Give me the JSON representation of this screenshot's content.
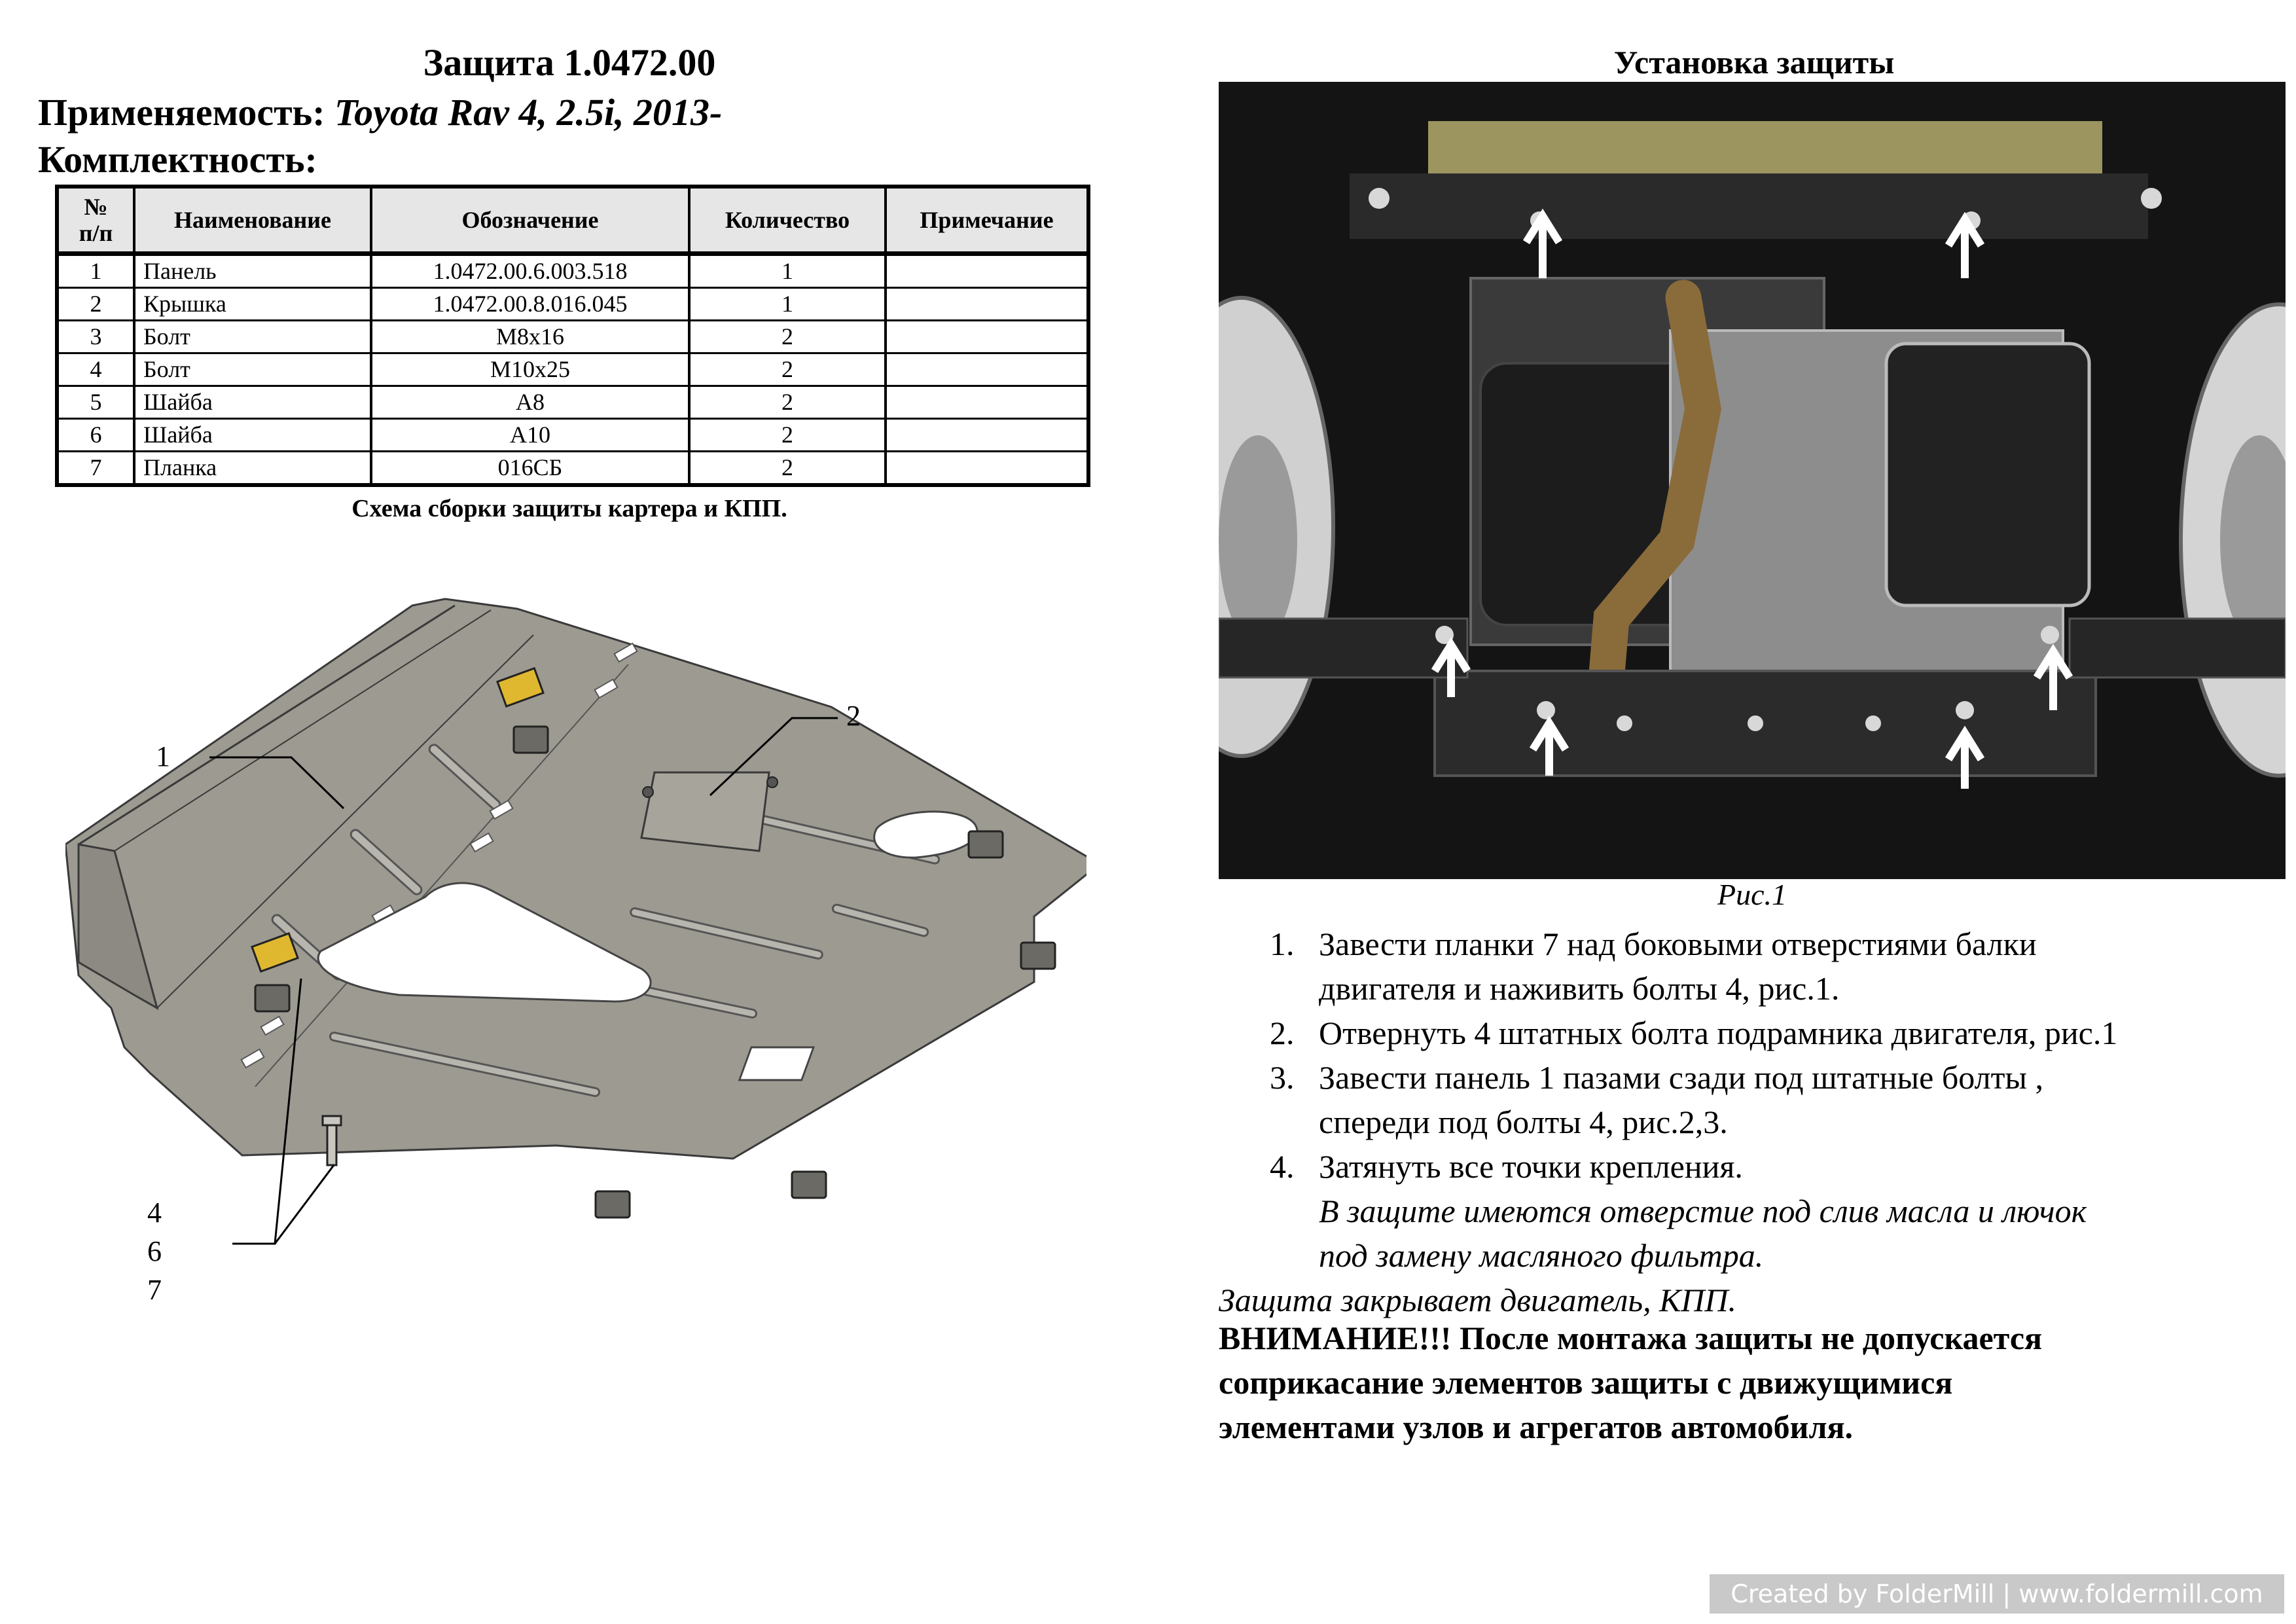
{
  "header": {
    "title": "Защита 1.0472.00",
    "applicability_label": "Применяемость:",
    "applicability_value": "Toyota Rav 4, 2.5i, 2013-",
    "kit_label": "Комплектность:"
  },
  "parts_table": {
    "columns": [
      "№ п/п",
      "Наименование",
      "Обозначение",
      "Количество",
      "Примечание"
    ],
    "rows": [
      {
        "n": "1",
        "name": "Панель",
        "code": "1.0472.00.6.003.518",
        "qty": "1",
        "note": ""
      },
      {
        "n": "2",
        "name": "Крышка",
        "code": "1.0472.00.8.016.045",
        "qty": "1",
        "note": ""
      },
      {
        "n": "3",
        "name": "Болт",
        "code": "M8x16",
        "qty": "2",
        "note": ""
      },
      {
        "n": "4",
        "name": "Болт",
        "code": "M10x25",
        "qty": "2",
        "note": ""
      },
      {
        "n": "5",
        "name": "Шайба",
        "code": "A8",
        "qty": "2",
        "note": ""
      },
      {
        "n": "6",
        "name": "Шайба",
        "code": "A10",
        "qty": "2",
        "note": ""
      },
      {
        "n": "7",
        "name": "Планка",
        "code": "016СБ",
        "qty": "2",
        "note": ""
      }
    ]
  },
  "assembly_caption": "Схема сборки защиты картера и КПП.",
  "drawing": {
    "callout_1": "1",
    "callout_2": "2",
    "callout_4": "4",
    "callout_6": "6",
    "callout_7": "7"
  },
  "installation": {
    "title": "Установка защиты",
    "figure_caption": "Рис.1",
    "steps": [
      {
        "num": "1.",
        "lines": [
          "Завести планки 7 над боковыми отверстиями балки",
          "двигателя и наживить болты 4, рис.1."
        ]
      },
      {
        "num": "2.",
        "lines": [
          "Отвернуть 4 штатных болта подрамника двигателя, рис.1"
        ]
      },
      {
        "num": "3.",
        "lines": [
          "Завести панель 1 пазами сзади под штатные болты ,",
          "спереди под болты 4, рис.2,3."
        ]
      },
      {
        "num": "4.",
        "lines": [
          "Затянуть все точки крепления."
        ]
      }
    ],
    "note_lines": [
      "В защите имеются отверстие под слив масла и лючок",
      "под замену масляного фильтра."
    ],
    "covers_note": "Защита закрывает двигатель, КПП.",
    "warning_lines": [
      "ВНИМАНИЕ!!! После монтажа защиты не допускается",
      "соприкасание элементов защиты с движущимися",
      "элементами узлов и агрегатов автомобиля."
    ]
  },
  "footer": "Created by FolderMill | www.foldermill.com"
}
